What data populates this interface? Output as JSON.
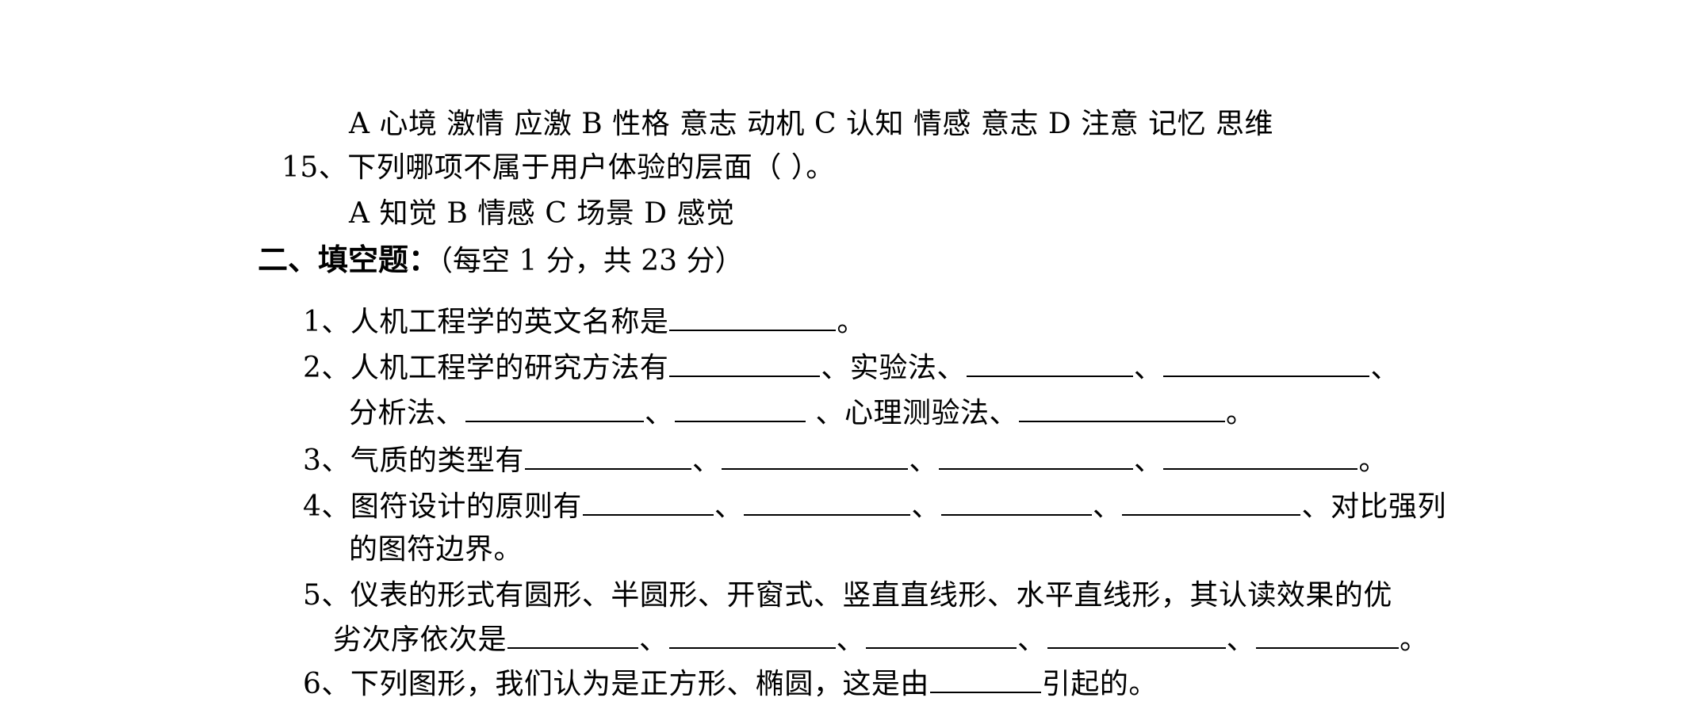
{
  "q14": {
    "options": "A 心境 激情 应激  B 性格 意志 动机  C 认知 情感 意志 D 注意 记忆 思维"
  },
  "q15": {
    "stem": "15、下列哪项不属于用户体验的层面（  ）。",
    "options": "A 知觉  B 情感  C 场景  D 感觉"
  },
  "section2": {
    "title": "二、填空题：",
    "note": "（每空 1 分，共 23 分）"
  },
  "fill": {
    "q1": {
      "prefix": "1、人机工程学的英文名称是",
      "end": "。"
    },
    "q2": {
      "prefix": "2、人机工程学的研究方法有",
      "t1": "、实验法、",
      "t2": "、",
      "t3": "、",
      "line2_prefix": "分析法、",
      "t4": "、",
      "t5": " 、心理测验法、",
      "end": "。"
    },
    "q3": {
      "prefix": "3、气质的类型有",
      "sep": "、",
      "end": "。"
    },
    "q4": {
      "prefix": "4、图符设计的原则有",
      "sep": "、",
      "tail": "、对比强列",
      "line2": "的图符边界。"
    },
    "q5": {
      "line1": "5、仪表的形式有圆形、半圆形、开窗式、竖直直线形、水平直线形，其认读效果的优",
      "line2_prefix": "劣次序依次是",
      "sep": "、",
      "end": "。"
    },
    "q6": {
      "prefix": "6、下列图形，我们认为是正方形、椭圆，这是由",
      "end": "引起的。"
    }
  }
}
